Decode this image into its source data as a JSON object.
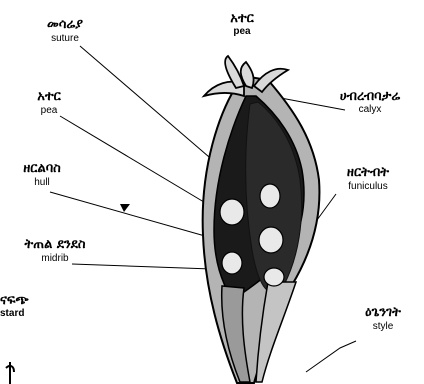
{
  "labels": {
    "suture": {
      "am": "መሳሬያ",
      "en": "suture"
    },
    "pea_top": {
      "am": "አተር",
      "en": "pea"
    },
    "pea": {
      "am": "አተር",
      "en": "pea"
    },
    "calyx": {
      "am": "ሀብረብባታሬ",
      "en": "calyx"
    },
    "hull": {
      "am": "ዘርልባስ",
      "en": "hull"
    },
    "funiculus": {
      "am": "ዘርትብት",
      "en": "funiculus"
    },
    "midrib": {
      "am": "ትጠል ደንደስ",
      "en": "midrib"
    },
    "mustard": {
      "am": "ናፍጭ",
      "en": "stard"
    },
    "style": {
      "am": "ዕጌንገት",
      "en": "style"
    }
  },
  "colors": {
    "ink": "#000000",
    "pod_light": "#b9b9b9",
    "pod_dark": "#1c1c1c",
    "seed": "#e6e6e6"
  }
}
